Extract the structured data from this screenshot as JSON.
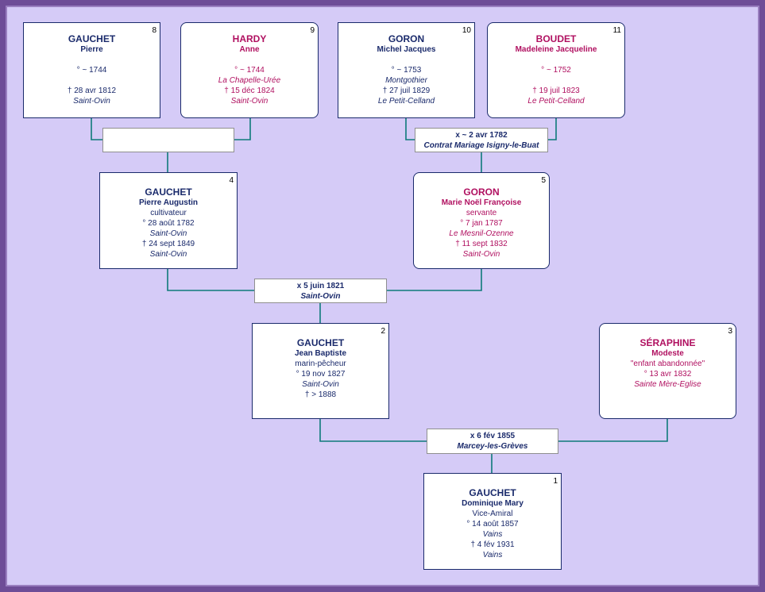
{
  "persons": {
    "p8": {
      "num": "8",
      "surname": "GAUCHET",
      "given": "Pierre",
      "birth": "° ~ 1744",
      "death": "† 28 avr 1812",
      "death_place": "Saint-Ovin"
    },
    "p9": {
      "num": "9",
      "surname": "HARDY",
      "given": "Anne",
      "birth": "° ~ 1744",
      "birth_place": "La Chapelle-Urée",
      "death": "† 15 déc 1824",
      "death_place": "Saint-Ovin"
    },
    "p10": {
      "num": "10",
      "surname": "GORON",
      "given": "Michel Jacques",
      "birth": "° ~ 1753",
      "birth_place": "Montgothier",
      "death": "† 27 juil 1829",
      "death_place": "Le Petit-Celland"
    },
    "p11": {
      "num": "11",
      "surname": "BOUDET",
      "given": "Madeleine Jacqueline",
      "birth": "° ~ 1752",
      "death": "† 19 juil 1823",
      "death_place": "Le Petit-Celland"
    },
    "p4": {
      "num": "4",
      "surname": "GAUCHET",
      "given": "Pierre Augustin",
      "occupation": "cultivateur",
      "birth": "° 28 août 1782",
      "birth_place": "Saint-Ovin",
      "death": "† 24 sept 1849",
      "death_place": "Saint-Ovin"
    },
    "p5": {
      "num": "5",
      "surname": "GORON",
      "given": "Marie Noël Françoise",
      "occupation": "servante",
      "birth": "° 7 jan 1787",
      "birth_place": "Le Mesnil-Ozenne",
      "death": "† 11 sept 1832",
      "death_place": "Saint-Ovin"
    },
    "p2": {
      "num": "2",
      "surname": "GAUCHET",
      "given": "Jean Baptiste",
      "occupation": "marin-pêcheur",
      "birth": "° 19 nov 1827",
      "birth_place": "Saint-Ovin",
      "death": "† > 1888"
    },
    "p3": {
      "num": "3",
      "surname": "SÉRAPHINE",
      "given": "Modeste",
      "occupation": "\"enfant abandonnée\"",
      "birth": "° 13 avr 1832",
      "birth_place": "Sainte Mère-Eglise"
    },
    "p1": {
      "num": "1",
      "surname": "GAUCHET",
      "given": "Dominique Mary",
      "occupation": "Vice-Amiral",
      "birth": "° 14 août 1857",
      "birth_place": "Vains",
      "death": "† 4 fév 1931",
      "death_place": "Vains"
    }
  },
  "marriages": {
    "m8_9": {
      "date": "",
      "place": ""
    },
    "m10_11": {
      "date": "x ~ 2 avr 1782",
      "place": "Contrat Mariage Isigny-le-Buat"
    },
    "m4_5": {
      "date": "x 5 juin 1821",
      "place": "Saint-Ovin"
    },
    "m2_3": {
      "date": "x 6 fév 1855",
      "place": "Marcey-les-Grèves"
    }
  },
  "colors": {
    "male": "#1a2a6b",
    "female": "#b01060",
    "line": "#0e7a7a",
    "background": "#d5cbf7",
    "frame": "#6e4d97"
  }
}
